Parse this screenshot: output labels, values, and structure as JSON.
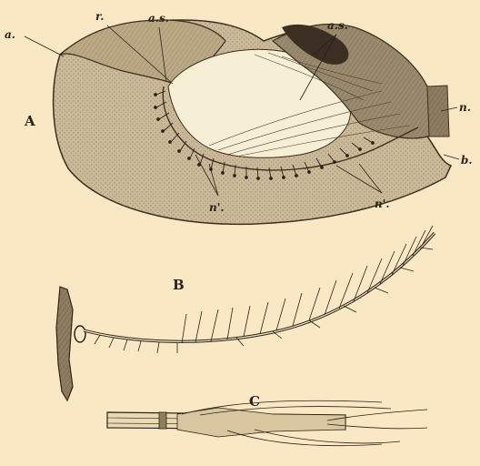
{
  "figure": {
    "panel_labels": {
      "A": "A",
      "B": "B",
      "C": "C"
    },
    "labels": {
      "a": "a.",
      "r": "r.",
      "as_left": "a.s.",
      "as_right": "a.s.",
      "n": "n.",
      "b": "b.",
      "n_prime_left": "n'.",
      "n_prime_right": "n'."
    }
  }
}
